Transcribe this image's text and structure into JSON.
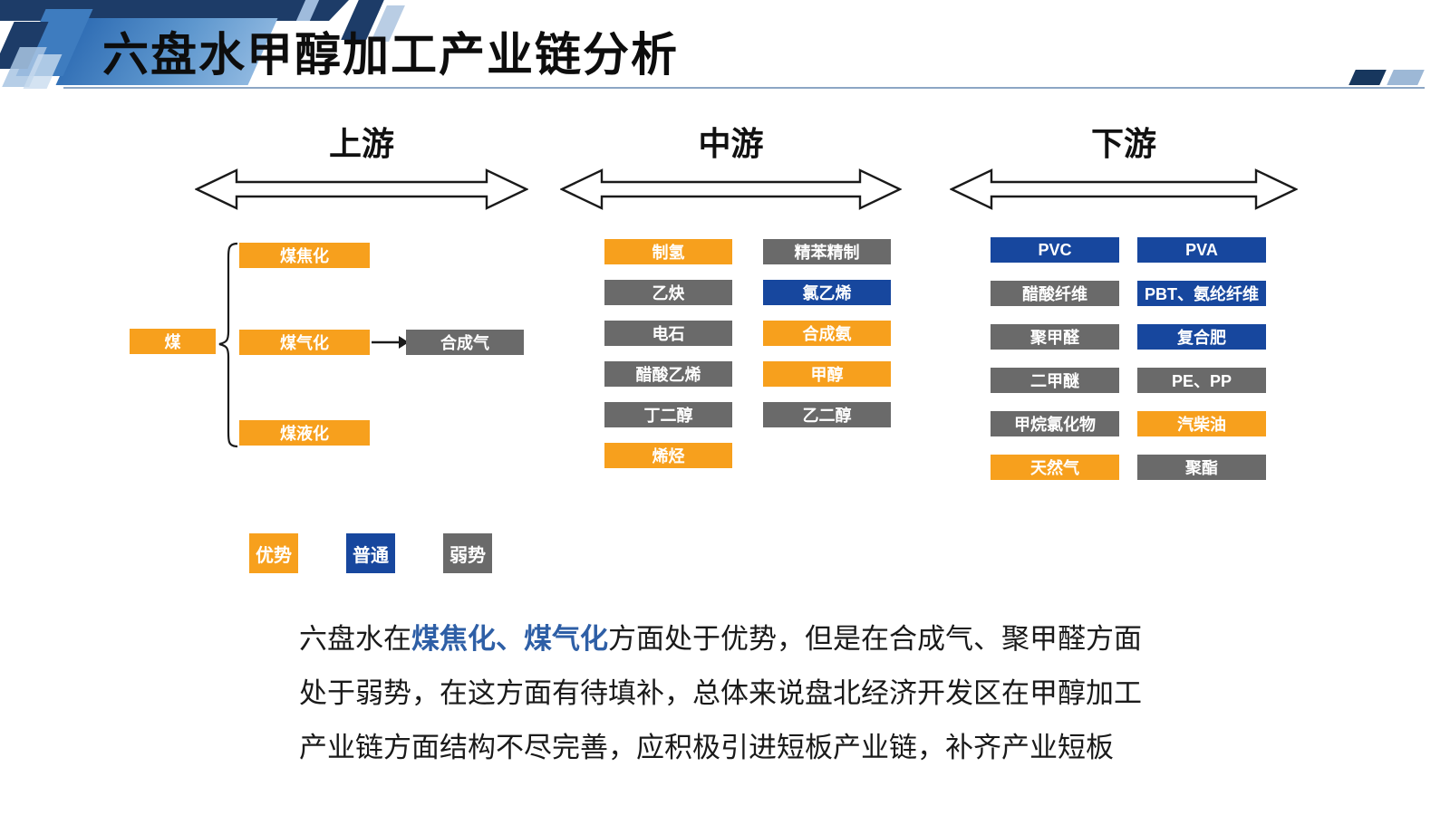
{
  "colors": {
    "advantage": "#F7A01D",
    "normal": "#17479E",
    "weak": "#6A6A6A",
    "accent": "#2E5FA6"
  },
  "header": {
    "title": "六盘水甲醇加工产业链分析"
  },
  "sections": {
    "upstream": {
      "label": "上游",
      "source": {
        "label": "煤",
        "status": "advantage"
      },
      "branches": [
        {
          "label": "煤焦化",
          "status": "advantage"
        },
        {
          "label": "煤气化",
          "status": "advantage"
        },
        {
          "label": "煤液化",
          "status": "advantage"
        }
      ],
      "product": {
        "label": "合成气",
        "status": "weak"
      }
    },
    "midstream": {
      "label": "中游",
      "col1": [
        {
          "label": "制氢",
          "status": "advantage"
        },
        {
          "label": "乙炔",
          "status": "weak"
        },
        {
          "label": "电石",
          "status": "weak"
        },
        {
          "label": "醋酸乙烯",
          "status": "weak"
        },
        {
          "label": "丁二醇",
          "status": "weak"
        },
        {
          "label": "烯烃",
          "status": "advantage"
        }
      ],
      "col2": [
        {
          "label": "精苯精制",
          "status": "weak"
        },
        {
          "label": "氯乙烯",
          "status": "normal"
        },
        {
          "label": "合成氨",
          "status": "advantage"
        },
        {
          "label": "甲醇",
          "status": "advantage"
        },
        {
          "label": "乙二醇",
          "status": "weak"
        }
      ]
    },
    "downstream": {
      "label": "下游",
      "col1": [
        {
          "label": "PVC",
          "status": "normal"
        },
        {
          "label": "醋酸纤维",
          "status": "weak"
        },
        {
          "label": "聚甲醛",
          "status": "weak"
        },
        {
          "label": "二甲醚",
          "status": "weak"
        },
        {
          "label": "甲烷氯化物",
          "status": "weak"
        },
        {
          "label": "天然气",
          "status": "advantage"
        }
      ],
      "col2": [
        {
          "label": "PVA",
          "status": "normal"
        },
        {
          "label": "PBT、氨纶纤维",
          "status": "normal"
        },
        {
          "label": "复合肥",
          "status": "normal"
        },
        {
          "label": "PE、PP",
          "status": "weak"
        },
        {
          "label": "汽柴油",
          "status": "advantage"
        },
        {
          "label": "聚酯",
          "status": "weak"
        }
      ]
    }
  },
  "legend": [
    {
      "label": "优势",
      "status": "advantage"
    },
    {
      "label": "普通",
      "status": "normal"
    },
    {
      "label": "弱势",
      "status": "weak"
    }
  ],
  "summary": {
    "parts": [
      {
        "text": "六盘水在"
      },
      {
        "text": "煤焦化、煤气化",
        "accent": true
      },
      {
        "text": "方面处于优势，但是在合成气、聚甲醛方面处于弱势，在这方面有待填补，总体来说盘北经济开发区在甲醇加工产业链方面结构不尽完善，应积极引进短板产业链，补齐产业短板"
      }
    ]
  }
}
